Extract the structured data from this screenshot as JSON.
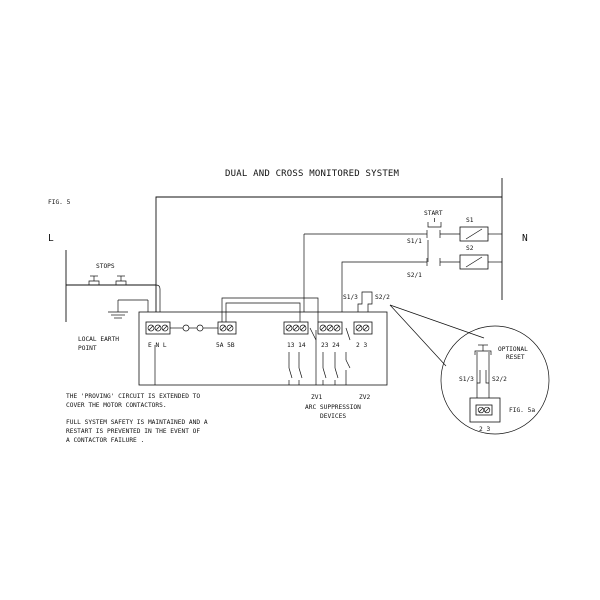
{
  "title": "DUAL AND CROSS MONITORED SYSTEM",
  "figure_main": "FIG. 5",
  "figure_detail": "FIG. 5a",
  "line_label": "L",
  "neutral_label": "N",
  "stops_label": "STOPS",
  "start_label": "START",
  "s1_label": "S1",
  "s2_label": "S2",
  "s1_1_label": "S1/1",
  "s2_1_label": "S2/1",
  "s1_3_label": "S1/3",
  "s2_2_label": "S2/2",
  "earth_label_1": "LOCAL EARTH",
  "earth_label_2": "POINT",
  "terminals": {
    "enl": "E N L",
    "fuse": "5A 5B",
    "t1314": "13 14",
    "t2324": "23 24",
    "t23": "2 3"
  },
  "zv1_label": "ZV1",
  "zv2_label": "ZV2",
  "arc_label_1": "ARC SUPPRESSION",
  "arc_label_2": "DEVICES",
  "notes": [
    "THE 'PROVING' CIRCUIT IS EXTENDED TO",
    "COVER THE MOTOR CONTACTORS.",
    "FULL SYSTEM SAFETY IS MAINTAINED AND A",
    "RESTART IS PREVENTED IN THE EVENT OF",
    "A CONTACTOR FAILURE ."
  ],
  "detail": {
    "optional_1": "OPTIONAL",
    "optional_2": "RESET",
    "s1_3": "S1/3",
    "s2_2": "S2/2",
    "terminals": "2 3"
  }
}
